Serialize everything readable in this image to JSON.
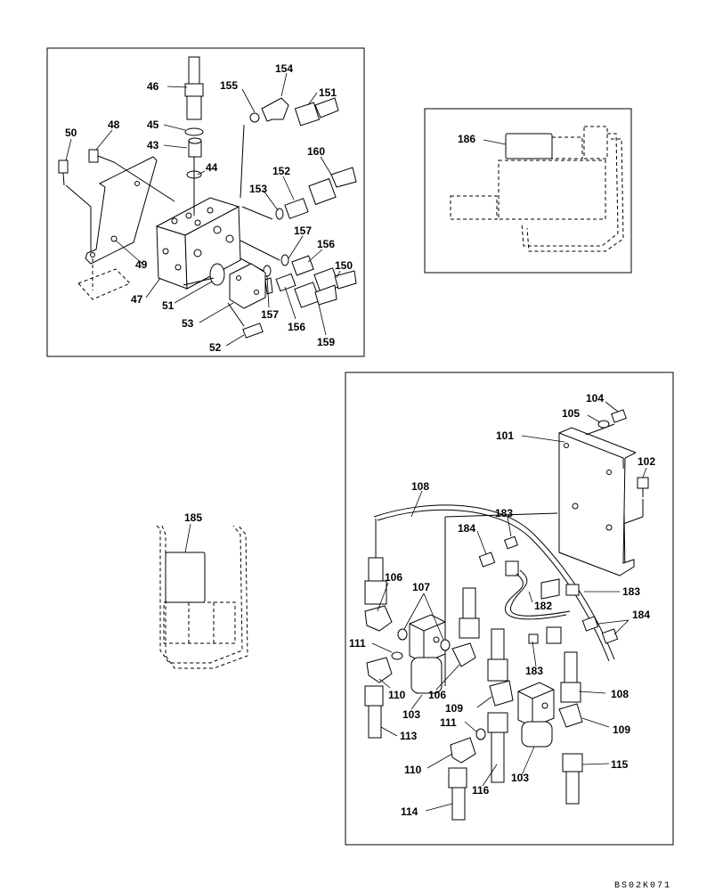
{
  "drawing_code": "BS02K071",
  "panels": {
    "valve_block": {
      "labels": [
        "46",
        "155",
        "154",
        "151",
        "45",
        "43",
        "44",
        "50",
        "48",
        "160",
        "152",
        "153",
        "157",
        "156",
        "150",
        "49",
        "47",
        "51",
        "53",
        "52",
        "157",
        "156",
        "159"
      ]
    },
    "location_top": {
      "labels": [
        "186"
      ]
    },
    "location_left": {
      "labels": [
        "185"
      ]
    },
    "filter_assembly": {
      "labels": [
        "104",
        "105",
        "101",
        "102",
        "108",
        "183",
        "184",
        "106",
        "107",
        "183",
        "182",
        "184",
        "111",
        "183",
        "110",
        "106",
        "109",
        "108",
        "103",
        "109",
        "111",
        "113",
        "110",
        "116",
        "103",
        "115",
        "114"
      ]
    }
  }
}
